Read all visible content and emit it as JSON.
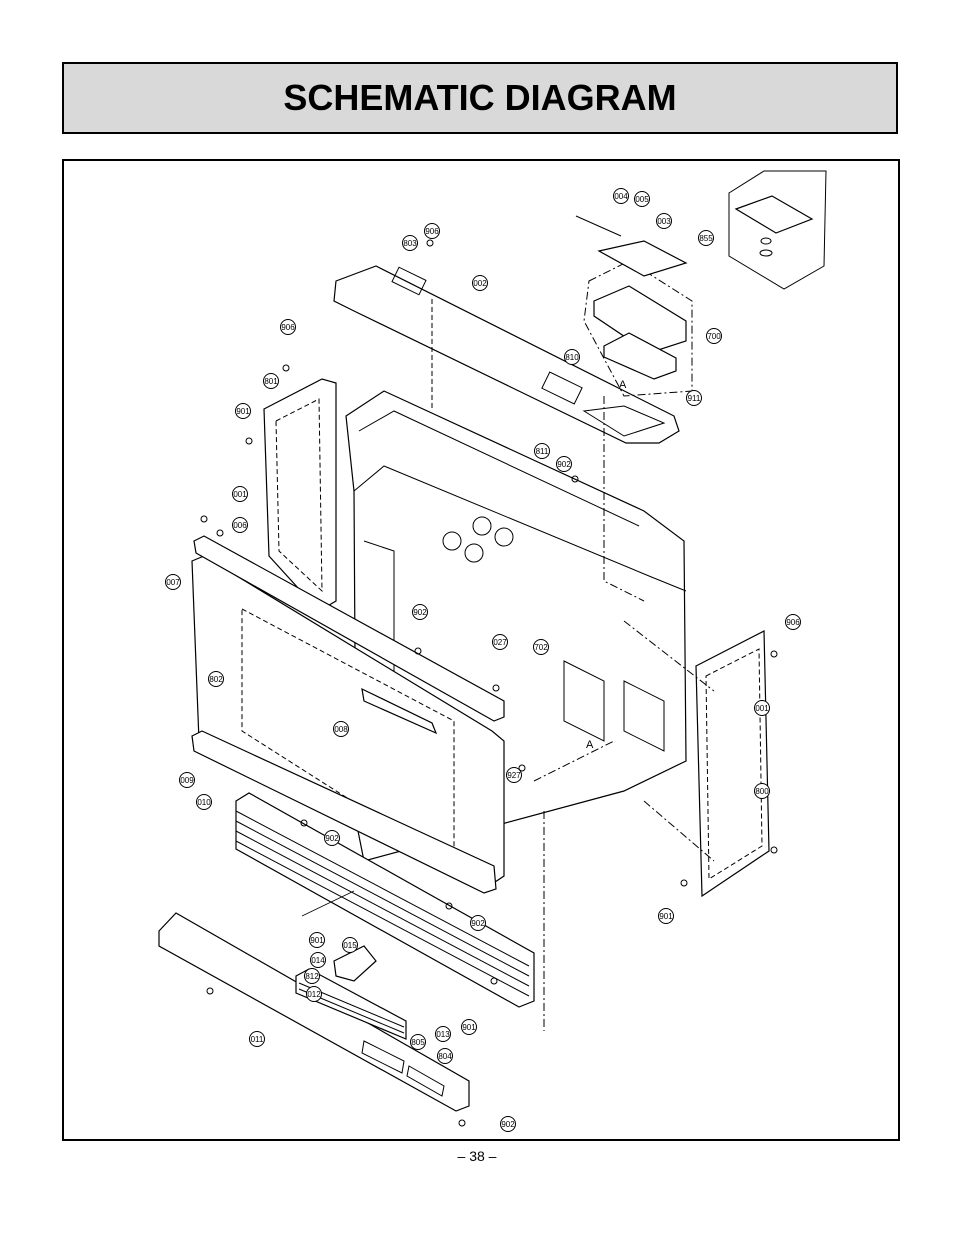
{
  "header": {
    "title": "SCHEMATIC DIAGRAM"
  },
  "footer": {
    "page_number": "– 38 –"
  },
  "diagram": {
    "part_labels": [
      "004",
      "005",
      "003",
      "855",
      "803",
      "906",
      "002",
      "700",
      "810",
      "911",
      "906",
      "801",
      "901",
      "811",
      "902",
      "001",
      "006",
      "007",
      "902",
      "027",
      "702",
      "906",
      "802",
      "008",
      "001",
      "800",
      "009",
      "927",
      "010",
      "902",
      "902",
      "901",
      "901",
      "015",
      "014",
      "812",
      "012",
      "013",
      "901",
      "011",
      "805",
      "804",
      "902"
    ],
    "reference_marks": [
      "A",
      "A"
    ]
  }
}
